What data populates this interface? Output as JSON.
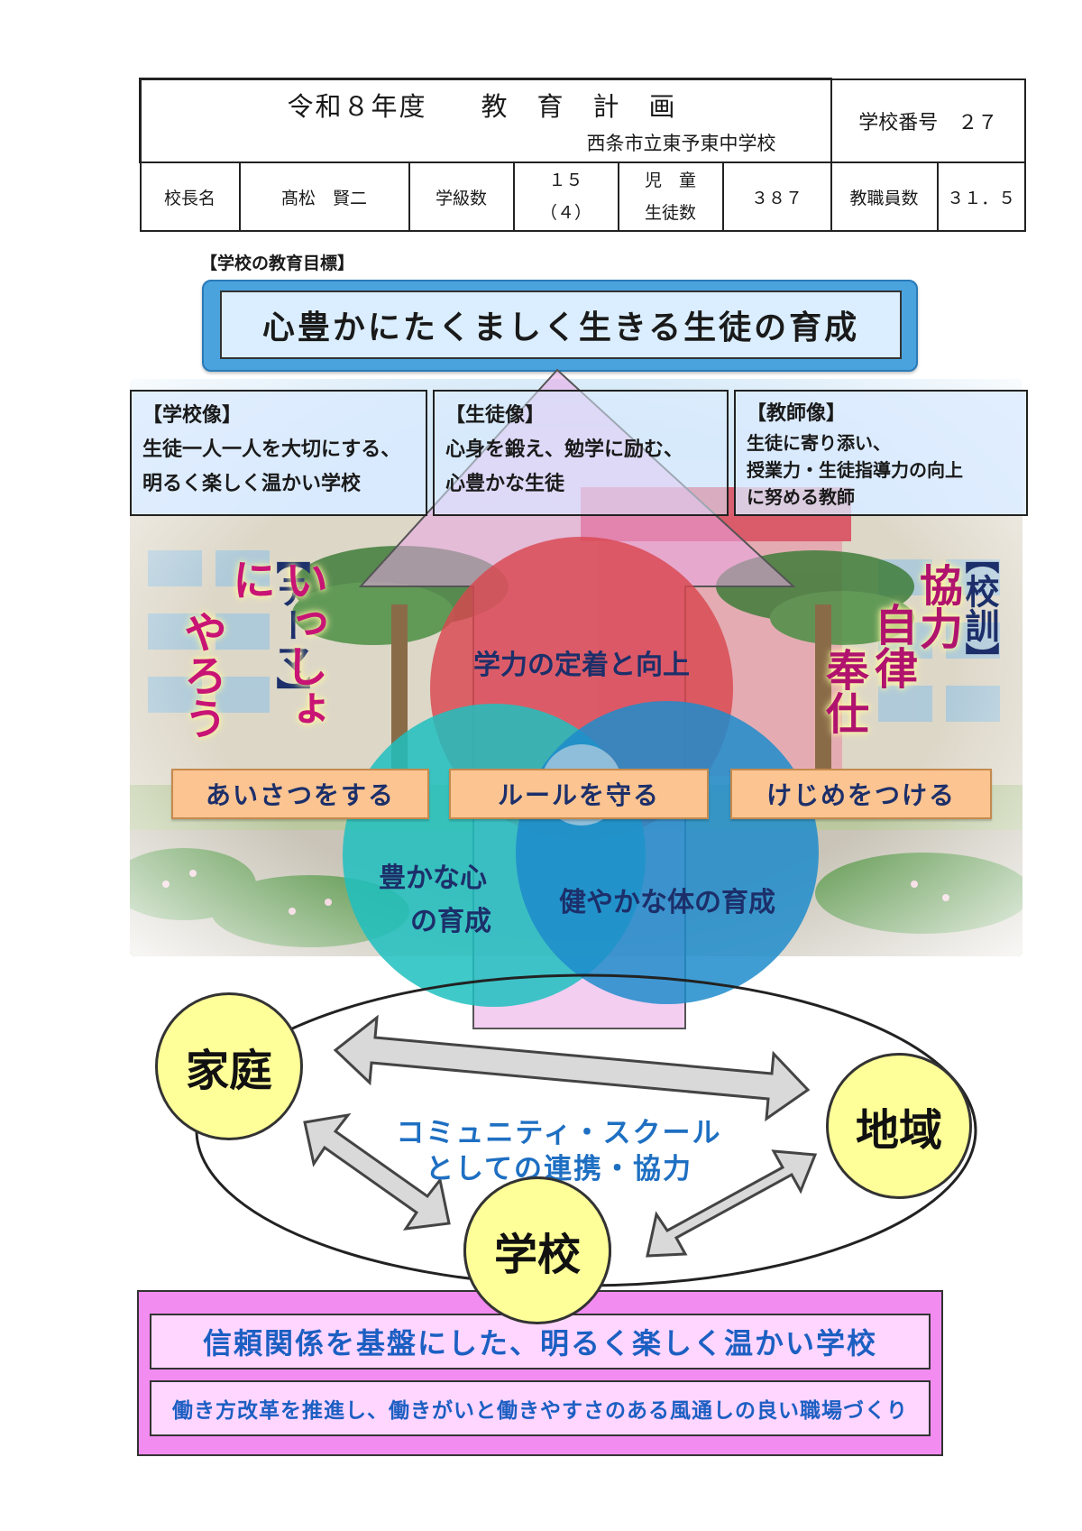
{
  "header": {
    "title_year": "令和８年度",
    "title_main": "教　育　計　画",
    "school_name": "西条市立東予東中学校",
    "school_number_label": "学校番号",
    "school_number": "２７",
    "principal_label": "校長名",
    "principal_name": "髙松　賢二",
    "classes_label": "学級数",
    "classes_value": "１５",
    "classes_sub": "（４）",
    "students_label_1": "児　童",
    "students_label_2": "生徒数",
    "students_value": "３８７",
    "staff_label": "教職員数",
    "staff_value": "３１．５"
  },
  "section_label": "【学校の教育目標】",
  "goal": "心豊かにたくましく生きる生徒の育成",
  "ideals": [
    {
      "title": "【学校像】",
      "lines": [
        "生徒一人一人を大切にする、",
        "明るく楽しく温かい学校"
      ]
    },
    {
      "title": "【生徒像】",
      "lines": [
        "心身を鍛え、勉学に励む、",
        "心豊かな生徒"
      ]
    },
    {
      "title": "【教師像】",
      "lines": [
        "生徒に寄り添い、",
        "授業力・生徒指導力の向上",
        "に努める教師"
      ]
    }
  ],
  "theme": {
    "label": "【テーマ】",
    "line1": "いっしょに",
    "line2": "やろう"
  },
  "motto": {
    "label": "【校訓】",
    "line1": "協力",
    "line2": "自律",
    "line3": "奉仕"
  },
  "venn": {
    "top": "学力の定着と向上",
    "left_line1": "豊かな心",
    "left_line2": "の育成",
    "right": "健やかな体の育成"
  },
  "actions": [
    "あいさつをする",
    "ルールを守る",
    "けじめをつける"
  ],
  "community": {
    "home": "家庭",
    "region": "地域",
    "school": "学校",
    "text_line1": "コミュニティ・スクール",
    "text_line2": "としての連携・協力"
  },
  "bottom": {
    "line1": "信頼関係を基盤にした、明るく楽しく温かい学校",
    "line2": "働き方改革を推進し、働きがいと働きやすさのある風通しの良い職場づくり"
  },
  "colors": {
    "goal_blue": "#4aa3dd",
    "venn_red": "#d9474f",
    "venn_teal": "#1fbfc0",
    "venn_blue": "#1e8ccb",
    "theme_magenta": "#c81475",
    "pink_box": "#f28cf0",
    "circle_yellow": "#ffff99"
  }
}
